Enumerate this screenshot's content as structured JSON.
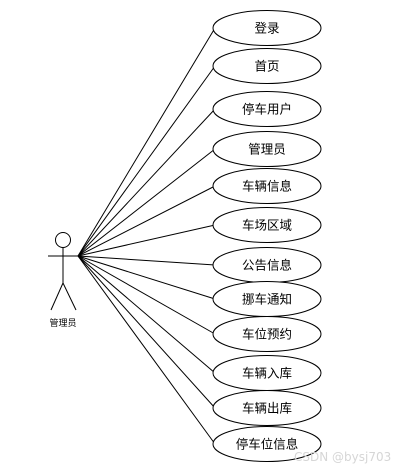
{
  "actor": {
    "label": "管理员"
  },
  "use_cases": [
    {
      "label": "登录"
    },
    {
      "label": "首页"
    },
    {
      "label": "停车用户"
    },
    {
      "label": "管理员"
    },
    {
      "label": "车辆信息"
    },
    {
      "label": "车场区域"
    },
    {
      "label": "公告信息"
    },
    {
      "label": "挪车通知"
    },
    {
      "label": "车位预约"
    },
    {
      "label": "车辆入库"
    },
    {
      "label": "车辆出库"
    },
    {
      "label": "停车位信息"
    }
  ],
  "watermark": "CSDN @bysj703"
}
